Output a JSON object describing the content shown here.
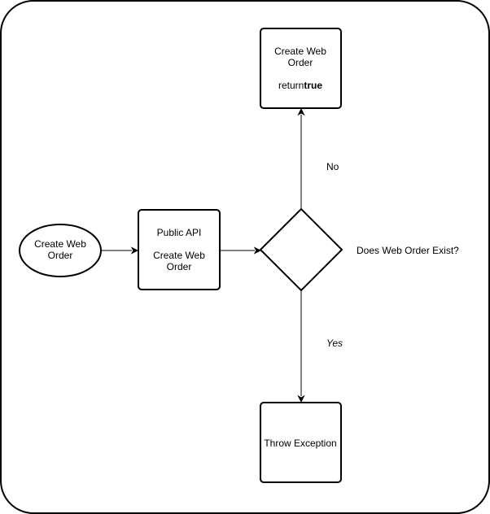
{
  "diagram": {
    "start_node": {
      "line1": "Create Web",
      "line2": "Order"
    },
    "api_node": {
      "line1": "Public API",
      "line2": "Create Web",
      "line3": "Order"
    },
    "decision": {
      "label": "Does Web Order Exist?"
    },
    "return_node": {
      "line1": "Create Web",
      "line2": "Order",
      "return_keyword": "return",
      "return_value": "true"
    },
    "exception_node": {
      "label": "Throw Exception"
    },
    "edges": {
      "no_label": "No",
      "yes_label": "Yes"
    }
  }
}
